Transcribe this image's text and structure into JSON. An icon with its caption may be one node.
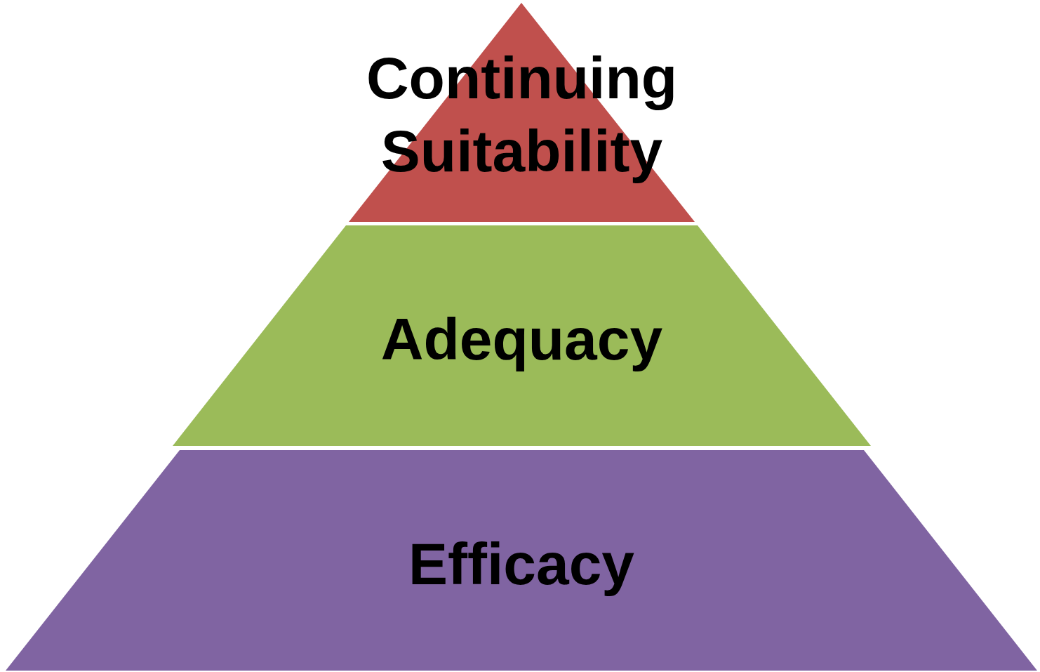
{
  "diagram": {
    "nodes": [
      {
        "text": [
          "Continuing Suitability"
        ]
      },
      {
        "text": [
          "Adequacy"
        ]
      },
      {
        "text": [
          "Efficacy"
        ]
      }
    ]
  }
}
